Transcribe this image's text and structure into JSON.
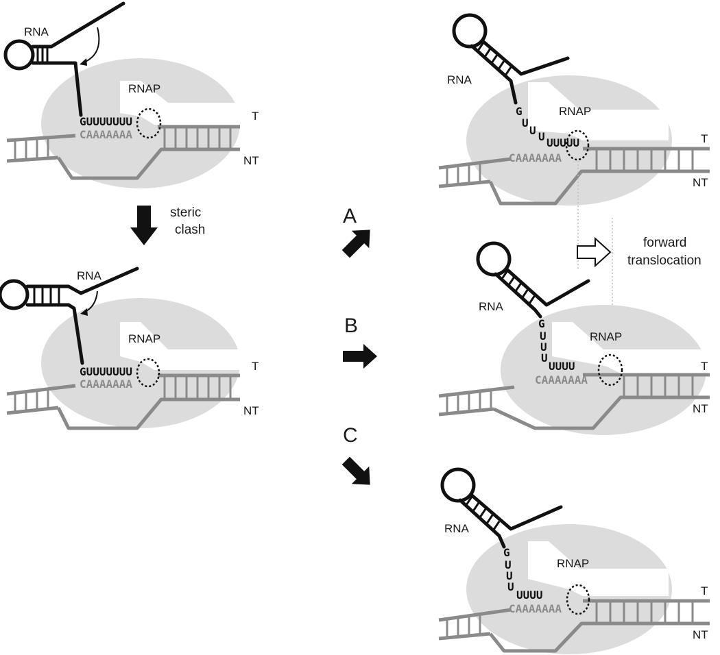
{
  "labels": {
    "rna": "RNA",
    "rnap": "RNAP",
    "template": "T",
    "nontemplate": "NT",
    "steric_clash_line1": "steric",
    "steric_clash_line2": "clash",
    "forward_line1": "forward",
    "forward_line2": "translocation"
  },
  "pathways": [
    "A",
    "B",
    "C"
  ],
  "sequences": {
    "rna_tail": "GUUUUUUU",
    "dna_template": "CAAAAAAA",
    "rna_first": "G",
    "rna_u": "U",
    "rna_uuuu": "UUUU",
    "rna_uuuuu": "UUUUU"
  },
  "colors": {
    "rna": "#111111",
    "dna": "#8a8a8a",
    "polymerase": "#dcdcdc"
  }
}
